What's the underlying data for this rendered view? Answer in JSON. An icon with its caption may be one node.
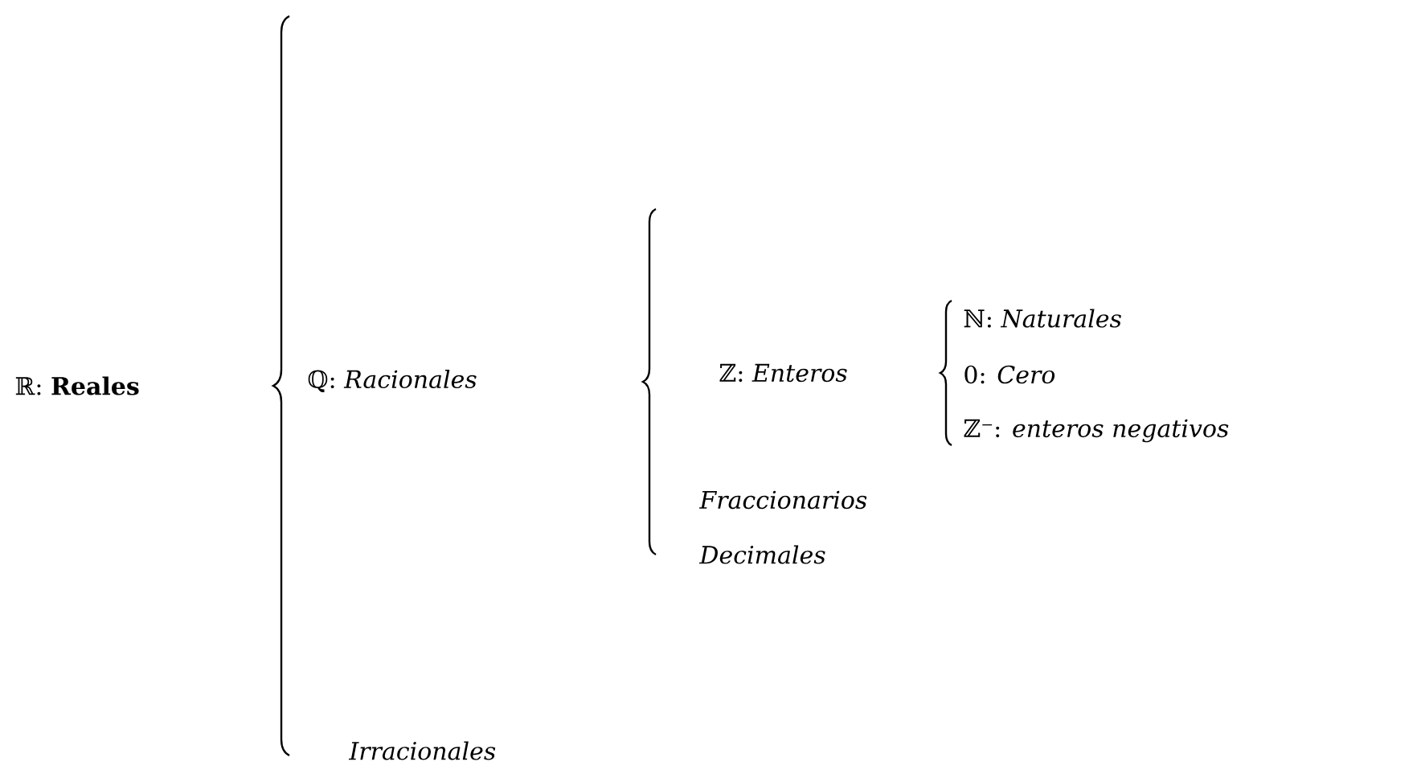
{
  "diagram": {
    "labels": [
      "ℝ: **Reales**",
      "ℚ: *Racionales*",
      "ℤ: *Enteros*",
      "ℕ: *Naturales*",
      "0: *Cero*",
      "ℤ⁻: *enteros negativos*",
      "*Fraccionarios*",
      "*Decimales*",
      "*Irracionales*"
    ]
  }
}
